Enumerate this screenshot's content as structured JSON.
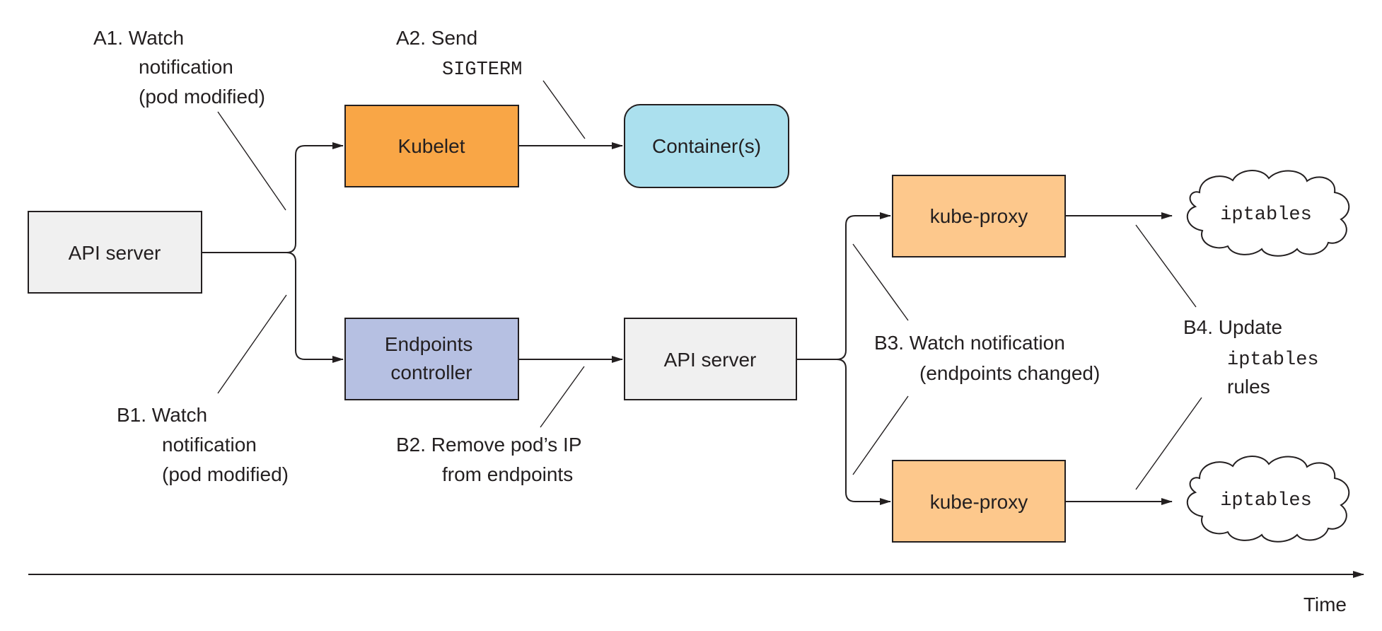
{
  "nodes": {
    "api_server_left": "API server",
    "kubelet": "Kubelet",
    "containers": "Container(s)",
    "endpoints_controller": [
      "Endpoints",
      "controller"
    ],
    "api_server_mid": "API server",
    "kube_proxy_top": "kube-proxy",
    "kube_proxy_bottom": "kube-proxy",
    "iptables_top": "iptables",
    "iptables_bottom": "iptables"
  },
  "labels": {
    "a1": [
      "A1. Watch",
      "notification",
      "(pod modified)"
    ],
    "a2": [
      "A2. Send",
      "SIGTERM"
    ],
    "b1": [
      "B1. Watch",
      "notification",
      "(pod modified)"
    ],
    "b2": [
      "B2. Remove pod’s IP",
      "from endpoints"
    ],
    "b3": [
      "B3. Watch notification",
      "(endpoints changed)"
    ],
    "b4": [
      "B4. Update",
      "iptables",
      "rules"
    ]
  },
  "time_axis_label": "Time",
  "colors": {
    "kubelet": "#f9a646",
    "containers": "#abe0ee",
    "endpoints_controller": "#b6c0e2",
    "kube_proxy": "#fdc88c",
    "api_server": "#f0f0f0",
    "stroke": "#231f20"
  }
}
